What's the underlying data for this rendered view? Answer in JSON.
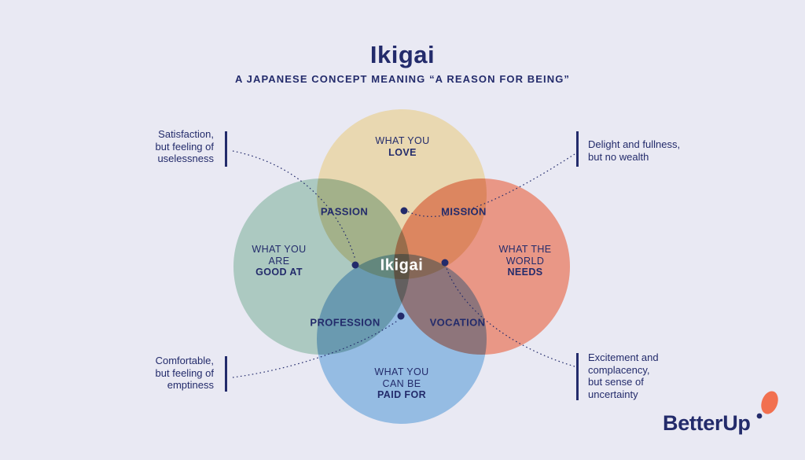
{
  "colors": {
    "bg": "#e9e9f3",
    "navy": "#232b6b",
    "love": "#e9d3a0",
    "goodat": "#9cc0b4",
    "needs": "#e8826a",
    "paid": "#7fb0de",
    "orange": "#f2704f",
    "center_text": "#ffffff"
  },
  "title": {
    "text": "Ikigai",
    "subtitle": "A JAPANESE CONCEPT MEANING “A REASON FOR BEING”"
  },
  "diagram": {
    "center_label": "Ikigai",
    "regions": {
      "love": {
        "line1": "WHAT YOU",
        "bold": "LOVE"
      },
      "good_at": {
        "line1": "WHAT YOU",
        "line2": "ARE",
        "bold": "GOOD AT"
      },
      "needs": {
        "line1": "WHAT THE",
        "line2": "WORLD",
        "bold": "NEEDS"
      },
      "paid_for": {
        "line1": "WHAT YOU",
        "line2": "CAN BE",
        "bold": "PAID FOR"
      },
      "passion": "PASSION",
      "mission": "MISSION",
      "profession": "PROFESSION",
      "vocation": "VOCATION"
    }
  },
  "callouts": {
    "satisfaction": {
      "lines": [
        "Satisfaction,",
        "but feeling of",
        "uselessness"
      ]
    },
    "delight": {
      "lines": [
        "Delight and fullness,",
        "but no wealth"
      ]
    },
    "comfortable": {
      "lines": [
        "Comfortable,",
        "but feeling of",
        "emptiness"
      ]
    },
    "excitement": {
      "lines": [
        "Excitement and",
        "complacency,",
        "but sense of",
        "uncertainty"
      ]
    }
  },
  "logo": {
    "text": "BetterUp"
  }
}
